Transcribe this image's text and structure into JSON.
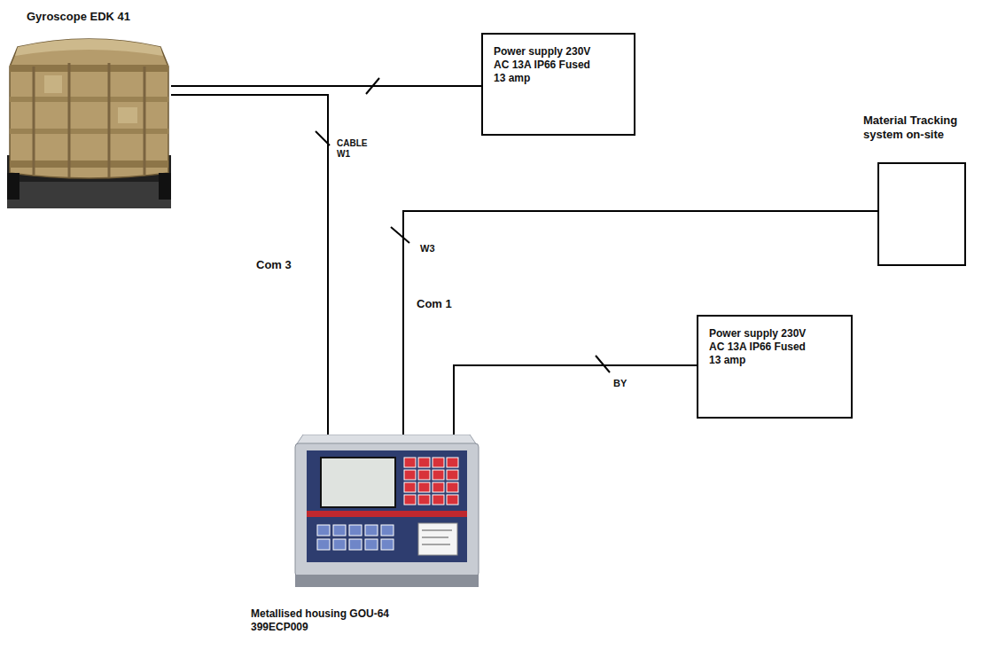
{
  "diagram": {
    "nodes": [
      {
        "text": [
          "Gyroscope EDK 41"
        ]
      },
      {
        "text": [
          "Power supply 230V AC 13A IP66 Fused 13 amp"
        ]
      },
      {
        "text": [
          "Material Tracking system on-site"
        ]
      },
      {
        "text": [
          "Power supply 230V AC 13A IP66 Fused 13 amp"
        ]
      },
      {
        "text": [
          "Metallised housing GOU-64 399ECP009"
        ]
      }
    ],
    "edges": [
      {
        "from": 0,
        "to": 1,
        "arrow": "none"
      },
      {
        "from": 0,
        "to": 4,
        "label": "Com 3",
        "arrow": "none"
      },
      {
        "from": 4,
        "to": 2,
        "label": "Com 1",
        "arrow": "none"
      },
      {
        "from": 4,
        "to": 3,
        "label": "BY",
        "arrow": "none"
      }
    ],
    "labels": [
      "CABLE W1",
      "W3"
    ]
  }
}
